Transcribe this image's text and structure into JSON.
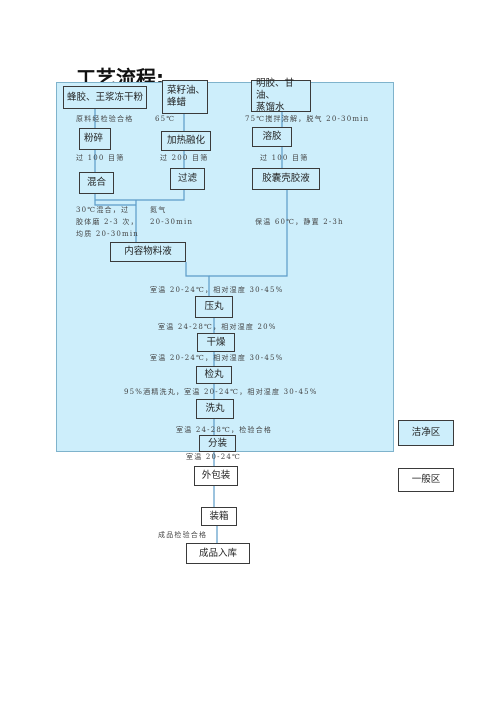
{
  "title": "工艺流程:",
  "nodes": {
    "beeswax": "蜂胶、王浆冻干粉",
    "rapeseed": "菜籽油、\n蜂蜡",
    "gelatin": "明胶、甘油、\n蒸馏水",
    "crush": "粉碎",
    "heat": "加热融化",
    "dissolve": "溶胶",
    "mix": "混合",
    "filter": "过滤",
    "capsule_liquid": "胶囊壳胶液",
    "content_liquid": "内容物料液",
    "press": "压丸",
    "dry": "干燥",
    "inspect": "检丸",
    "wash": "洗丸",
    "pack": "分装",
    "outer_pack": "外包装",
    "boxing": "装箱",
    "storage": "成品入库",
    "clean_zone": "洁净区",
    "general_zone": "一般区"
  },
  "labels": {
    "qc_raw": "原料经检验合格",
    "temp65": "65℃",
    "temp75": "75℃搅拌溶解，脱气 20-30min",
    "sieve1": "过 100 目筛",
    "sieve2": "过 200 目筛",
    "sieve3": "过 100 目筛",
    "mix_30": "30℃混合，过",
    "nitrogen": "氮气",
    "colloid": "胶体磨 2-3 次，",
    "time20": "20-30min",
    "homog": "均质 20-30min",
    "hold": "保温 60℃，静置 2-3h",
    "room1": "室温 20-24℃，相对湿度 30-45%",
    "room2": "室温 24-28℃，相对湿度 20%",
    "room3": "室温 20-24℃，相对湿度 30-45%",
    "wash_cond": "95%酒精洗丸，室温 20-24℃，相对湿度 30-45%",
    "room4": "室温 24-28℃，检验合格",
    "room5": "室温 20-24℃",
    "qc_final": "成品检验合格"
  }
}
